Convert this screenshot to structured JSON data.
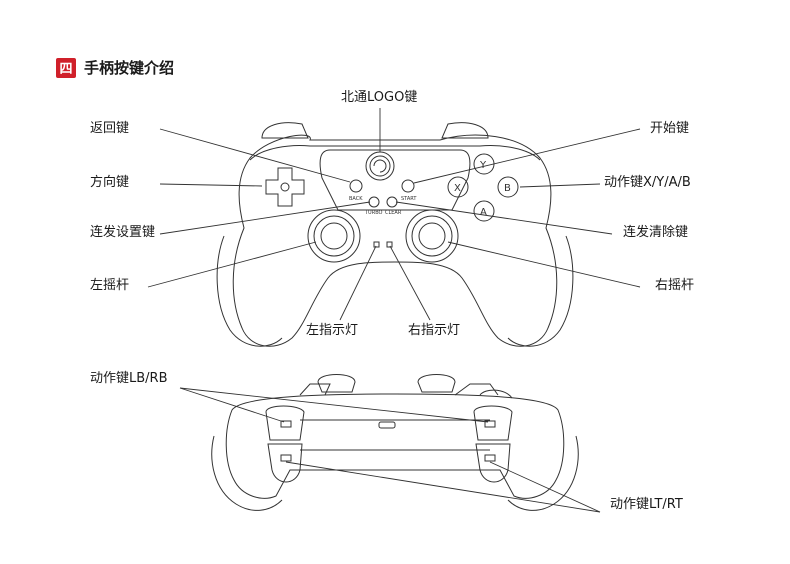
{
  "section": {
    "badge": "四",
    "title": "手柄按键介绍"
  },
  "labels": {
    "logo_key": "北通LOGO键",
    "back_key": "返回键",
    "start_key": "开始键",
    "dpad": "方向键",
    "action_xyab": "动作键X/Y/A/B",
    "turbo_key": "连发设置键",
    "clear_key": "连发清除键",
    "left_stick": "左摇杆",
    "right_stick": "右摇杆",
    "left_led": "左指示灯",
    "right_led": "右指示灯",
    "lb_rb": "动作键LB/RB",
    "lt_rt": "动作键LT/RT"
  },
  "button_marks": {
    "back": "BACK",
    "start": "START",
    "turbo": "TURBO",
    "clear": "CLEAR",
    "y": "Y",
    "x": "X",
    "b": "B",
    "a": "A"
  }
}
